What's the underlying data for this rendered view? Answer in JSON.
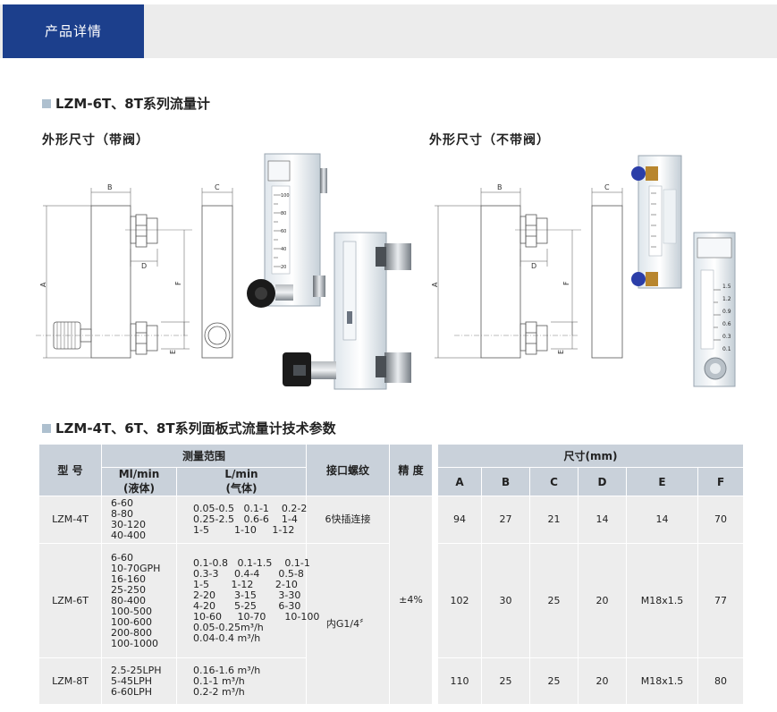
{
  "tab": {
    "label": "产品详情"
  },
  "section1": {
    "title": "LZM-6T、8T系列流量计"
  },
  "drawing_left": {
    "caption": "外形尺寸（带阀）"
  },
  "drawing_right": {
    "caption": "外形尺寸（不带阀）"
  },
  "dims": {
    "a": "A",
    "b": "B",
    "c": "C",
    "d": "D",
    "e": "E",
    "f": "F"
  },
  "section2": {
    "title": "LZM-4T、6T、8T系列面板式流量计技术参数"
  },
  "flowmeter_right_scale": [
    "1.5",
    "1.2",
    "0.9",
    "0.6",
    "0.3",
    "0.1"
  ],
  "flowmeter_left_scale": [
    "100",
    "80",
    "60",
    "40",
    "20"
  ],
  "table": {
    "h_model": "型 号",
    "h_range": "测量范围",
    "h_ml": "Ml/min",
    "h_ml_sub": "(液体)",
    "h_l": "L/min",
    "h_l_sub": "(气体)",
    "h_thread": "接口螺纹",
    "h_accuracy": "精 度",
    "h_size": "尺寸(mm)",
    "h_a": "A",
    "h_b": "B",
    "h_c": "C",
    "h_d": "D",
    "h_e": "E",
    "h_f": "F",
    "accuracy": "±4%",
    "thread_shared": "内G1/4〞",
    "rows": [
      {
        "model": "LZM-4T",
        "ml": "6-60\n8-80\n30-120\n40-400",
        "l": "0.05-0.5   0.1-1    0.2-2\n0.25-2.5   0.6-6    1-4\n1-5        1-10     1-12",
        "thread": "6快插连接",
        "a": "94",
        "b": "27",
        "c": "21",
        "d": "14",
        "e": "14",
        "f": "70"
      },
      {
        "model": "LZM-6T",
        "ml": "6-60\n10-70GPH\n16-160\n25-250\n80-400\n100-500\n100-600\n200-800\n100-1000",
        "l": "0.1-0.8   0.1-1.5    0.1-1\n0.3-3     0.4-4      0.5-8\n1-5       1-12       2-10\n2-20      3-15       3-30\n4-20      5-25       6-30\n10-60     10-70      10-100\n0.05-0.25m³/h\n0.04-0.4 m³/h",
        "a": "102",
        "b": "30",
        "c": "25",
        "d": "20",
        "e": "M18x1.5",
        "f": "77"
      },
      {
        "model": "LZM-8T",
        "ml": "2.5-25LPH\n5-45LPH\n6-60LPH",
        "l": "0.16-1.6 m³/h\n0.1-1 m³/h\n0.2-2 m³/h",
        "a": "110",
        "b": "25",
        "c": "25",
        "d": "20",
        "e": "M18x1.5",
        "f": "80"
      }
    ]
  }
}
